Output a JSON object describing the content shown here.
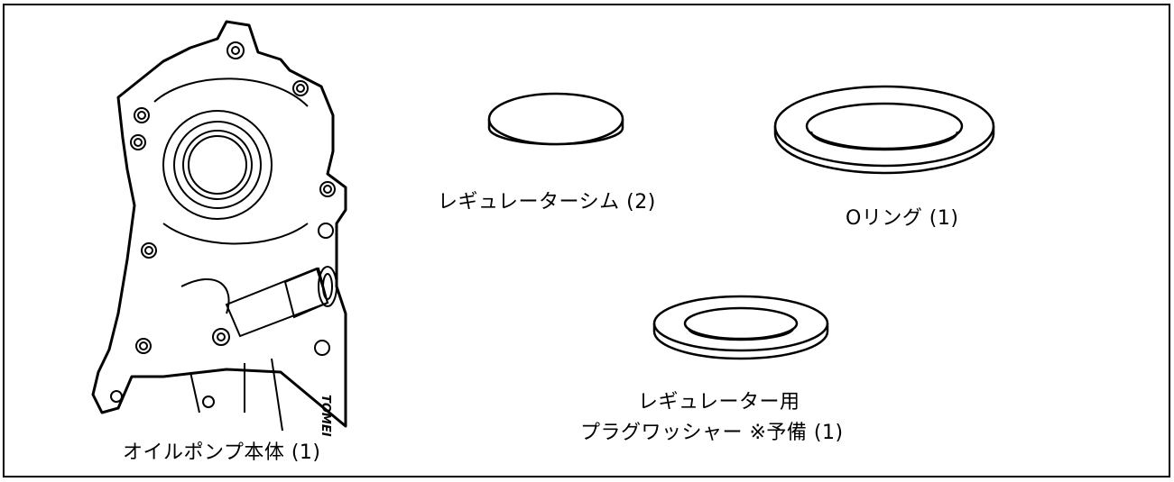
{
  "parts": {
    "oil_pump": {
      "label": "オイルポンプ本体 (1)",
      "stamp": "TOMEI"
    },
    "regulator_shim": {
      "label": "レギュレーターシム (2)"
    },
    "o_ring": {
      "label": "Oリング (1)"
    },
    "plug_washer": {
      "label_line1": "レギュレーター用",
      "label_line2": "プラグワッシャー  ※予備 (1)"
    }
  }
}
